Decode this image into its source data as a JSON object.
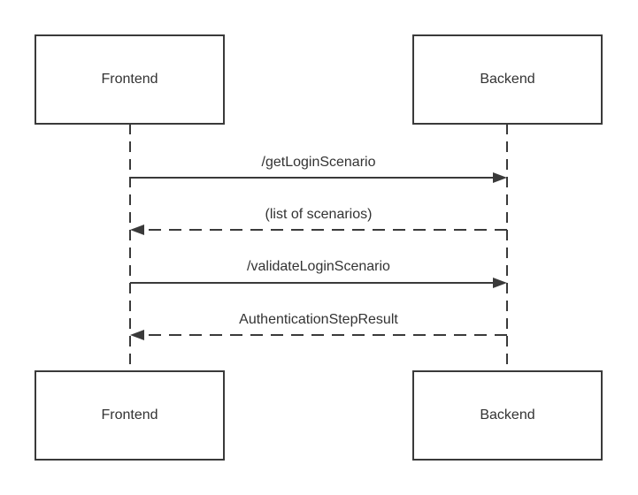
{
  "participants": {
    "frontend_top": "Frontend",
    "backend_top": "Backend",
    "frontend_bottom": "Frontend",
    "backend_bottom": "Backend"
  },
  "messages": [
    {
      "label": "/getLoginScenario",
      "from": "Frontend",
      "to": "Backend",
      "style": "solid"
    },
    {
      "label": "(list of scenarios)",
      "from": "Backend",
      "to": "Frontend",
      "style": "dashed"
    },
    {
      "label": "/validateLoginScenario",
      "from": "Frontend",
      "to": "Backend",
      "style": "solid"
    },
    {
      "label": "AuthenticationStepResult",
      "from": "Backend",
      "to": "Frontend",
      "style": "dashed"
    }
  ],
  "colors": {
    "line": "#3a3a3a",
    "text": "#333333",
    "background": "#ffffff"
  }
}
